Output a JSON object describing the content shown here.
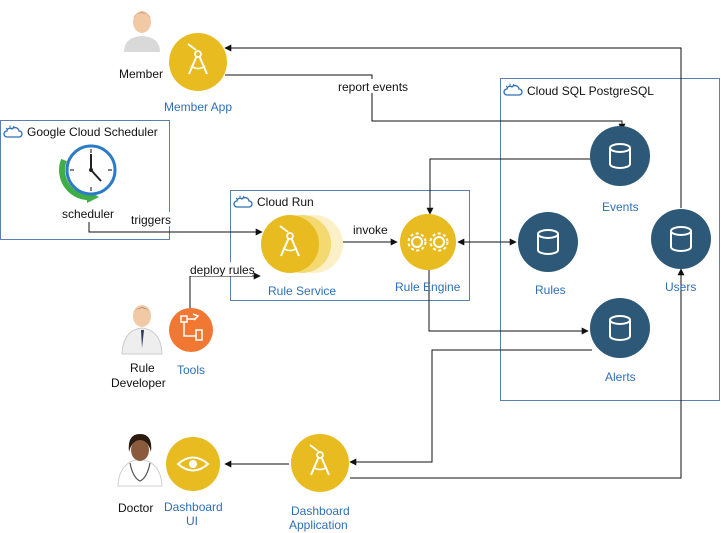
{
  "colors": {
    "gold": "#E8BB20",
    "gold_light": "#F4D870",
    "db": "#2D5877",
    "orange": "#F07832",
    "group_border": "#5B7FB0",
    "label_blue": "#2f6fb5",
    "line": "#111111"
  },
  "groups": {
    "scheduler": "Google Cloud Scheduler",
    "cloud_run": "Cloud Run",
    "cloud_sql": "Cloud SQL PostgreSQL"
  },
  "nodes": {
    "member": "Member",
    "member_app": "Member App",
    "scheduler": "scheduler",
    "rule_service": "Rule Service",
    "rule_engine": "Rule Engine",
    "rule_developer_line1": "Rule",
    "rule_developer_line2": "Developer",
    "tools": "Tools",
    "events": "Events",
    "rules": "Rules",
    "alerts": "Alerts",
    "users": "Users",
    "doctor": "Doctor",
    "dashboard_ui_line1": "Dashboard",
    "dashboard_ui_line2": "UI",
    "dashboard_app_line1": "Dashboard",
    "dashboard_app_line2": "Application"
  },
  "edges": {
    "report_events": "report events",
    "triggers": "triggers",
    "deploy_rules": "deploy rules",
    "invoke": "invoke"
  },
  "icons": {
    "person": "person-icon",
    "doctor": "doctor-icon",
    "app": "compass-app-icon",
    "engine": "gears-icon",
    "database": "database-icon",
    "clock": "clock-icon",
    "cloud": "cloud-icon",
    "eye": "eye-icon",
    "tools": "flow-tools-icon"
  }
}
